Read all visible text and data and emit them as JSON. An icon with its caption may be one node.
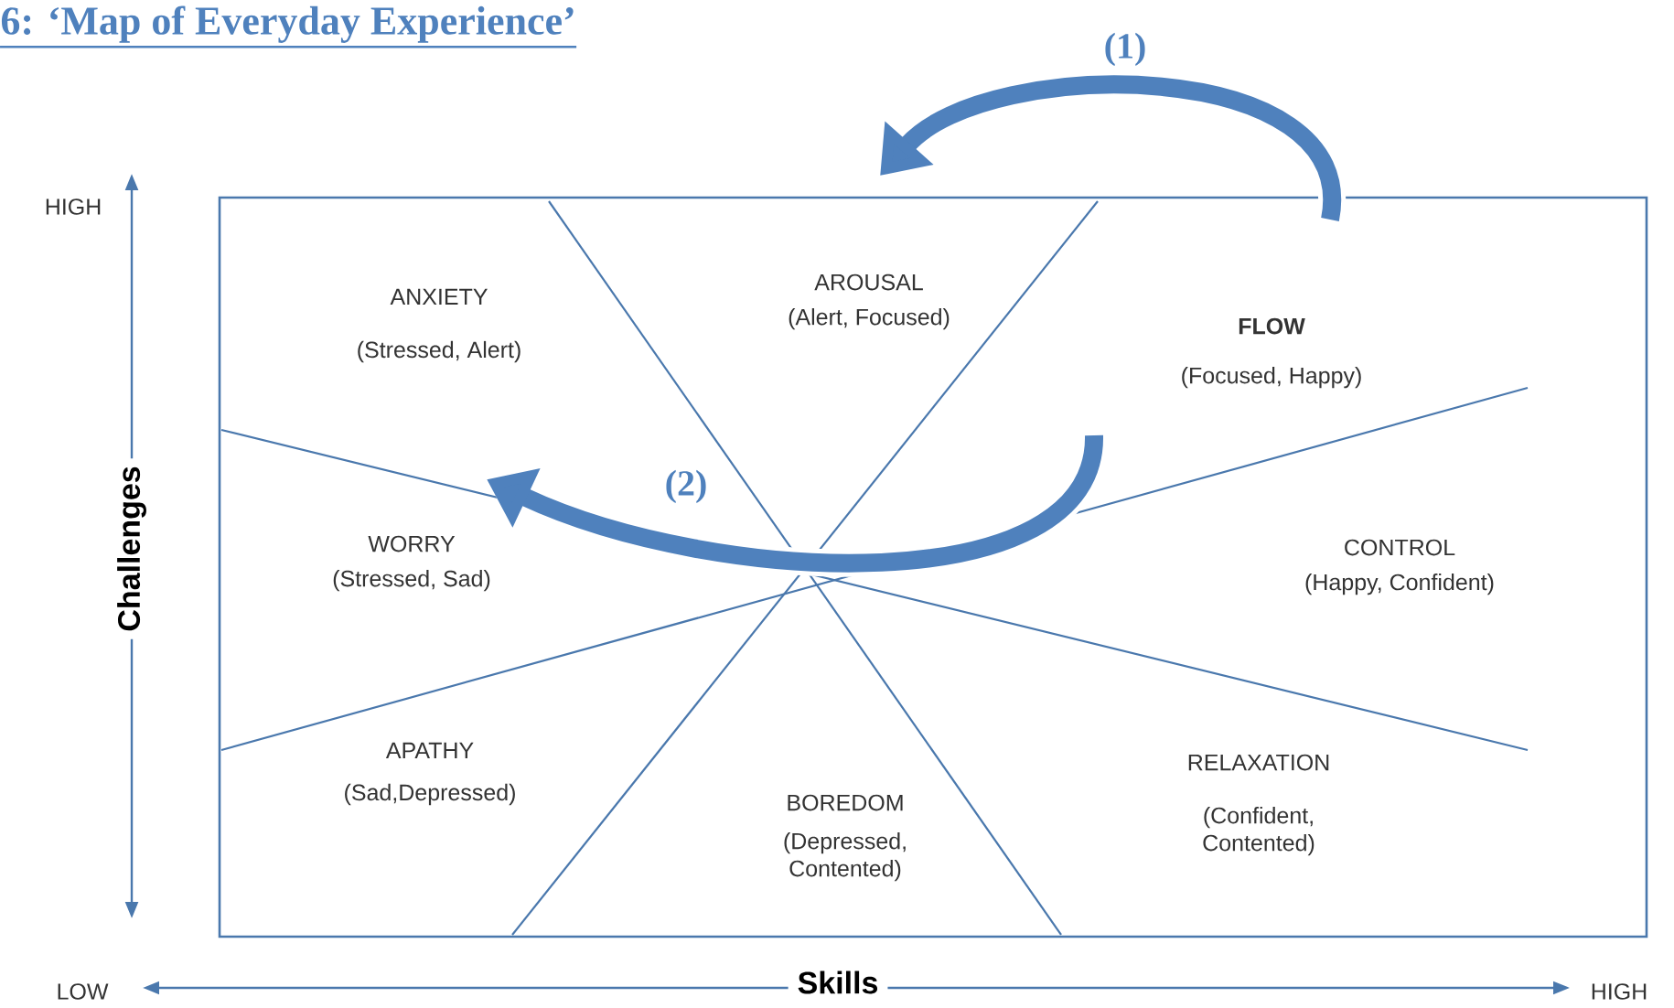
{
  "diagram": {
    "title": "6: ‘Map of Everyday Experience’",
    "nodes": [
      {
        "text": [
          "ANXIETY",
          "(Stressed, Alert)"
        ]
      },
      {
        "text": [
          "AROUSAL",
          "(Alert, Focused)"
        ]
      },
      {
        "text": [
          "FLOW",
          "(Focused, Happy)"
        ]
      },
      {
        "text": [
          "WORRY",
          "(Stressed, Sad)"
        ]
      },
      {
        "text": [
          "CONTROL",
          "(Happy, Confident)"
        ]
      },
      {
        "text": [
          "APATHY",
          "(Sad,Depressed)"
        ]
      },
      {
        "text": [
          "BOREDOM",
          "(Depressed, Contented)"
        ]
      },
      {
        "text": [
          "RELAXATION",
          "(Confident, Contented)"
        ]
      }
    ],
    "labels": [
      "(1)",
      "HIGH",
      "(2)",
      "Challenges",
      "LOW",
      "Skills",
      "HIGH"
    ]
  }
}
